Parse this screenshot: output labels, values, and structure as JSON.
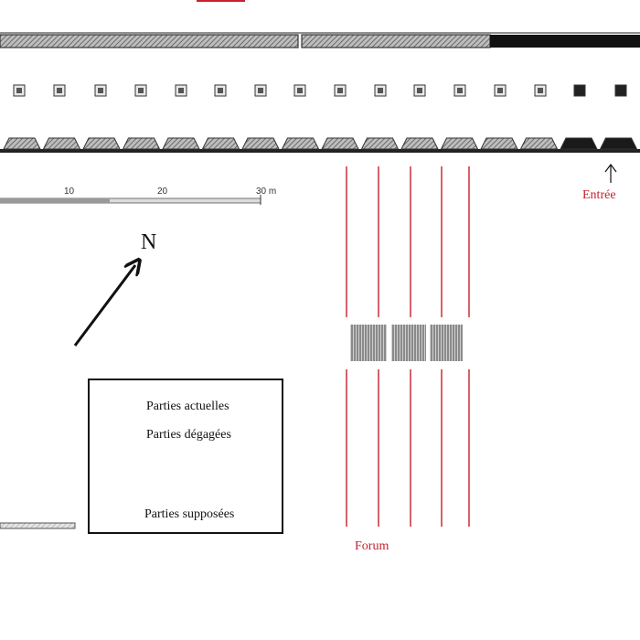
{
  "map": {
    "north_label": "N",
    "entrance_label": "Entrée",
    "forum_label": "Forum",
    "scale": {
      "ticks": [
        "10",
        "20",
        "30 m"
      ]
    },
    "legend": {
      "items": [
        {
          "label": "Parties actuelles",
          "symbol": "red-line"
        },
        {
          "label": "Parties dégagées",
          "symbol": "black-rect"
        },
        {
          "label": "",
          "symbol": "dark-hatched-rect"
        },
        {
          "label": "",
          "symbol": "light-hatched-rect"
        },
        {
          "label": "Parties supposées",
          "symbol": "dotted-rect"
        }
      ]
    },
    "colors": {
      "actual_parts": "#c8202c",
      "ink": "#111111",
      "hatch": "#8a8a8a"
    }
  }
}
